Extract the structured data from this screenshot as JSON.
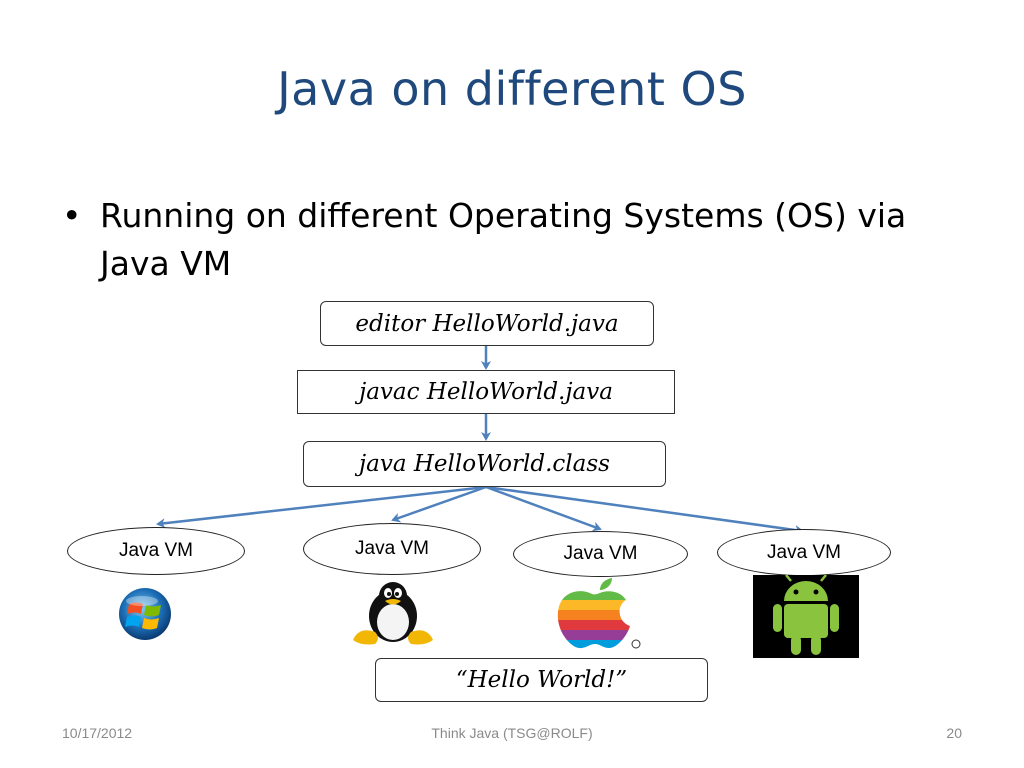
{
  "slide": {
    "title": "Java on different OS",
    "bullet": "Running on different Operating Systems (OS) via Java VM"
  },
  "diagram": {
    "steps": [
      {
        "label": "editor HelloWorld.java"
      },
      {
        "label": "javac HelloWorld.java"
      },
      {
        "label": "java HelloWorld.class"
      }
    ],
    "vms": [
      {
        "label": "Java VM",
        "logo": "windows-logo-icon"
      },
      {
        "label": "Java VM",
        "logo": "linux-tux-icon"
      },
      {
        "label": "Java VM",
        "logo": "apple-logo-icon"
      },
      {
        "label": "Java VM",
        "logo": "android-logo-icon"
      }
    ],
    "output": "“Hello World!”",
    "colors": {
      "arrow": "#4f81bd",
      "title": "#1f497d",
      "android": "#8ac43f"
    }
  },
  "footer": {
    "date": "10/17/2012",
    "center": "Think Java (TSG@ROLF)",
    "page": "20"
  }
}
